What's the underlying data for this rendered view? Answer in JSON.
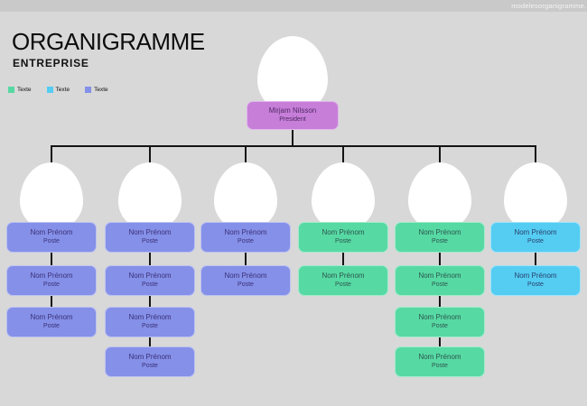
{
  "topbar": {
    "watermark": "modelesorganigramme."
  },
  "header": {
    "title": "ORGANIGRAMME",
    "subtitle": "ENTREPRISE"
  },
  "legend": [
    {
      "label": "Texte",
      "color": "#57d9a3"
    },
    {
      "label": "Texte",
      "color": "#55cdf2"
    },
    {
      "label": "Texte",
      "color": "#8590e8"
    }
  ],
  "org_chart": {
    "president": {
      "name": "Mirjam Nilsson",
      "role": "President",
      "color": "#c77ed9",
      "text_color": "#4f2a63"
    },
    "columns": [
      {
        "color": "#8590e8",
        "text_color": "#3a3078",
        "nodes": [
          {
            "name": "Nom Prénom",
            "role": "Poste"
          },
          {
            "name": "Nom Prénom",
            "role": "Poste"
          },
          {
            "name": "Nom Prénom",
            "role": "Poste"
          }
        ]
      },
      {
        "color": "#8590e8",
        "text_color": "#3a3078",
        "nodes": [
          {
            "name": "Nom Prénom",
            "role": "Poste"
          },
          {
            "name": "Nom Prénom",
            "role": "Poste"
          },
          {
            "name": "Nom Prénom",
            "role": "Poste"
          },
          {
            "name": "Nom Prénom",
            "role": "Poste"
          }
        ]
      },
      {
        "color": "#8590e8",
        "text_color": "#3a3078",
        "nodes": [
          {
            "name": "Nom Prénom",
            "role": "Poste"
          },
          {
            "name": "Nom Prénom",
            "role": "Poste"
          }
        ]
      },
      {
        "color": "#57d9a3",
        "text_color": "#2b564f",
        "nodes": [
          {
            "name": "Nom Prénom",
            "role": "Poste"
          },
          {
            "name": "Nom Prénom",
            "role": "Poste"
          }
        ]
      },
      {
        "color": "#57d9a3",
        "text_color": "#2b564f",
        "nodes": [
          {
            "name": "Nom Prénom",
            "role": "Poste"
          },
          {
            "name": "Nom Prénom",
            "role": "Poste"
          },
          {
            "name": "Nom Prénom",
            "role": "Poste"
          },
          {
            "name": "Nom Prénom",
            "role": "Poste"
          }
        ]
      },
      {
        "color": "#55cdf2",
        "text_color": "#27406f",
        "nodes": [
          {
            "name": "Nom Prénom",
            "role": "Poste"
          },
          {
            "name": "Nom Prénom",
            "role": "Poste"
          }
        ]
      }
    ]
  }
}
